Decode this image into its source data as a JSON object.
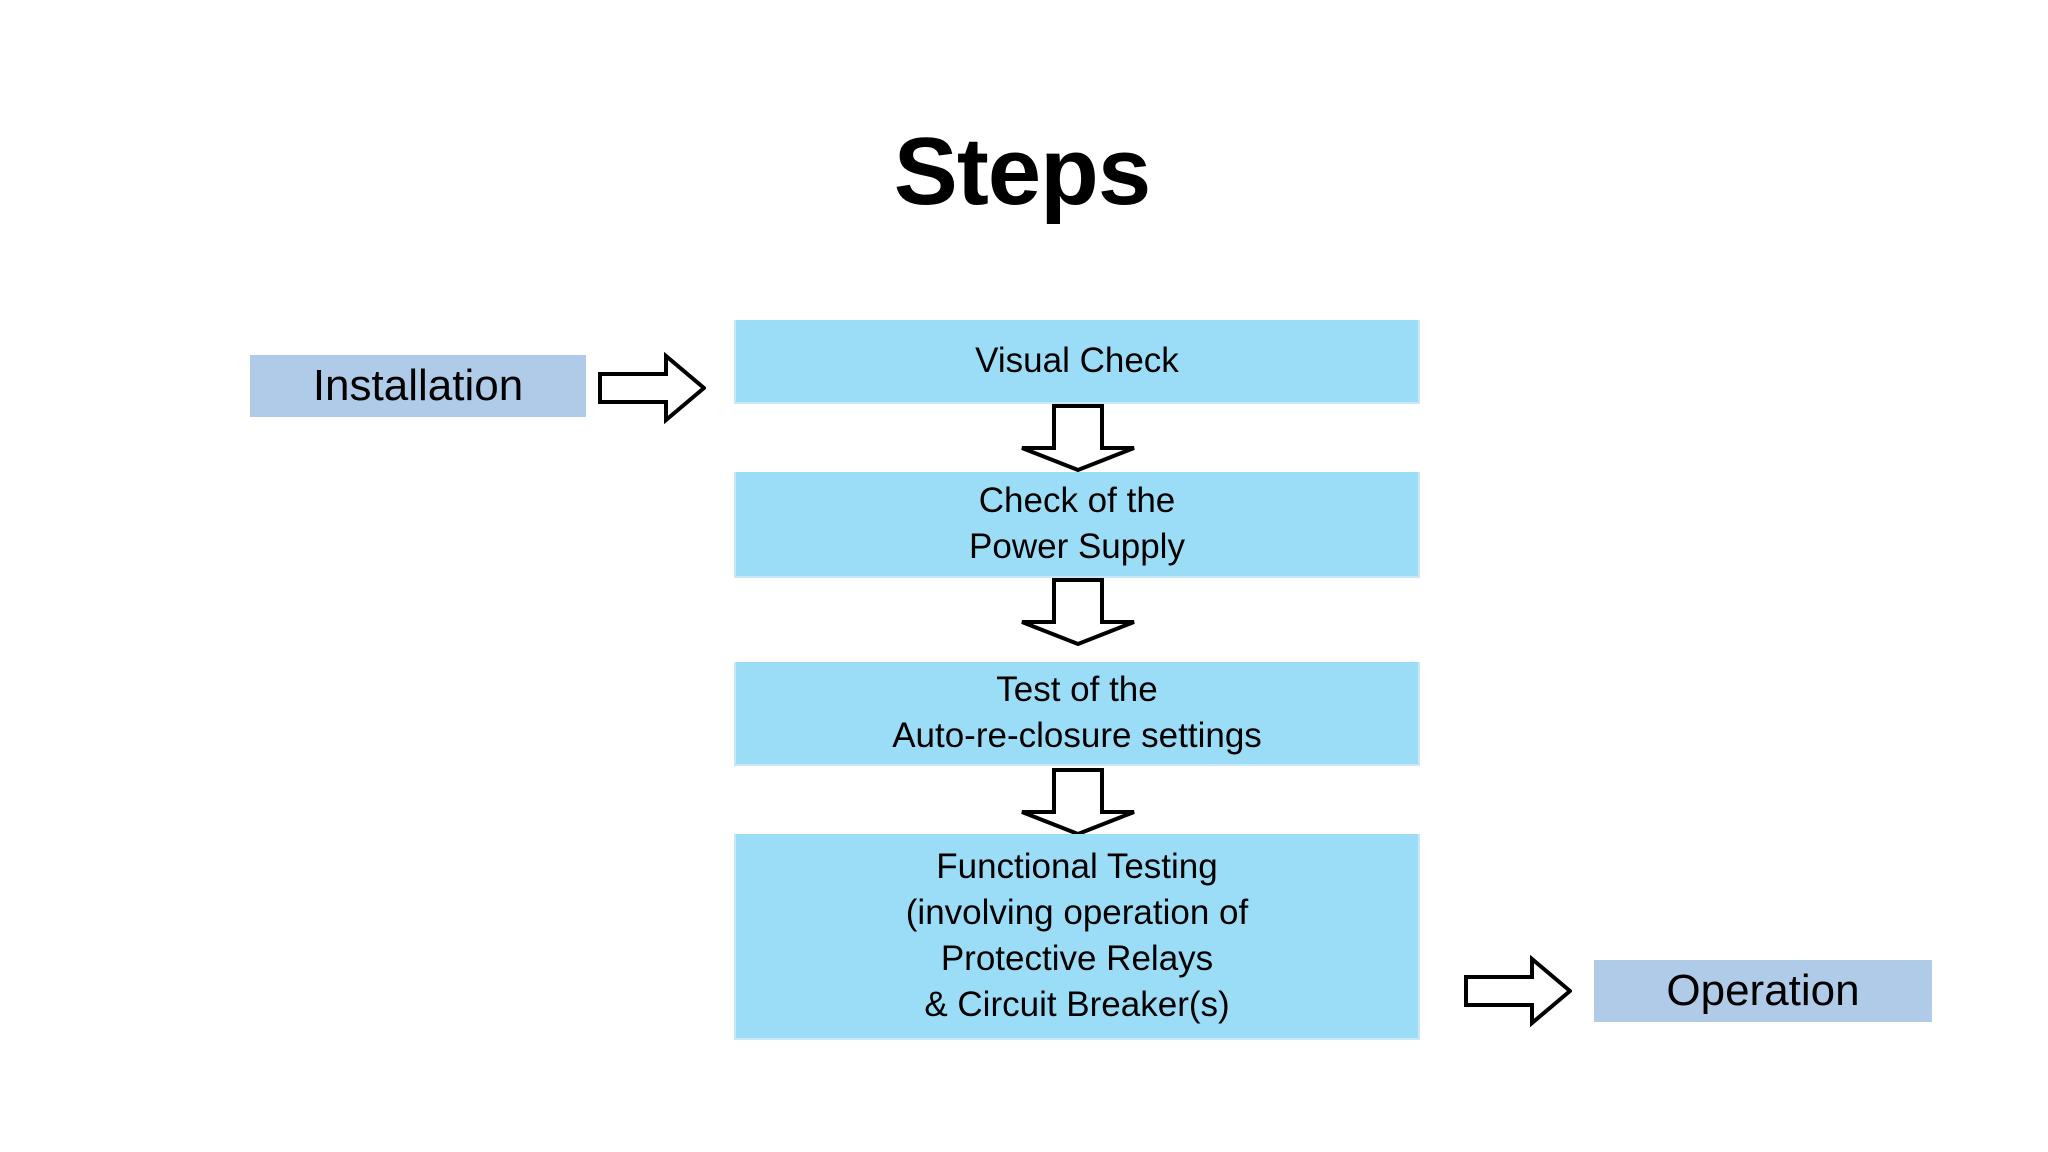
{
  "slide": {
    "title": "Steps",
    "background_color": "#FFFFFF"
  },
  "colors": {
    "process_box_fill": "#9BDDF7",
    "terminal_box_fill": "#AFCBE8",
    "arrow_outline": "#000000",
    "arrow_fill": "#FFFFFF",
    "text": "#000000"
  },
  "flow": {
    "start_terminal": {
      "label": "Installation",
      "icon": "right-block-arrow-icon"
    },
    "end_terminal": {
      "label": "Operation",
      "icon": "right-block-arrow-icon"
    },
    "connector_icon": "down-block-arrow-icon",
    "steps": [
      {
        "index": 1,
        "name": "visual-check",
        "lines": [
          "Visual Check"
        ]
      },
      {
        "index": 2,
        "name": "check-of-the-power-supply",
        "lines": [
          "Check of the",
          "Power Supply"
        ]
      },
      {
        "index": 3,
        "name": "test-of-the-auto-re-closure-settings",
        "lines": [
          "Test of the",
          "Auto-re-closure settings"
        ]
      },
      {
        "index": 4,
        "name": "functional-testing",
        "lines": [
          "Functional Testing",
          "(involving operation of",
          "Protective Relays",
          "& Circuit Breaker(s)"
        ]
      }
    ]
  }
}
